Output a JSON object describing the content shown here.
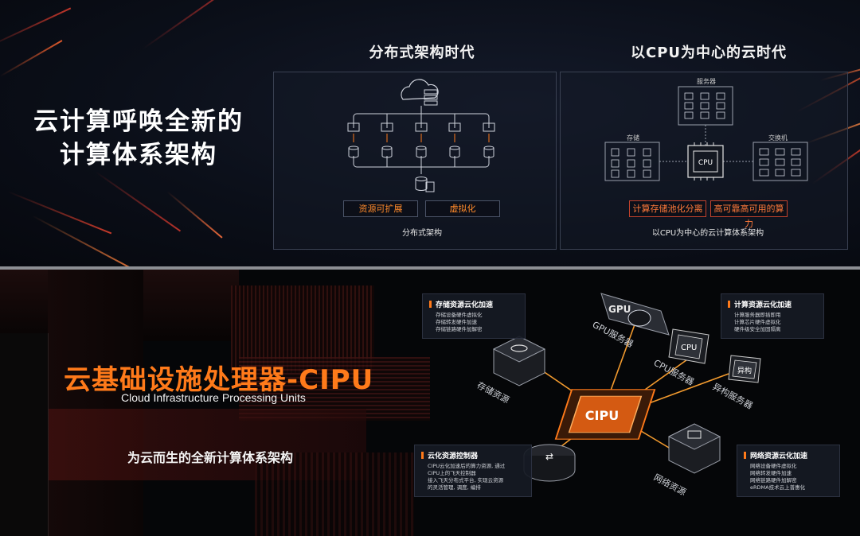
{
  "top": {
    "headline_line1": "云计算呼唤全新的",
    "headline_line2": "计算体系架构",
    "distributed": {
      "title": "分布式架构时代",
      "tags": [
        "资源可扩展",
        "虚拟化"
      ],
      "caption": "分布式架构"
    },
    "cpu_centric": {
      "title": "以CPU为中心的云时代",
      "labels": {
        "server": "服务器",
        "storage": "存储",
        "switch": "交换机",
        "cpu": "CPU"
      },
      "tags": [
        "计算存储池化分离",
        "高可靠高可用的算力"
      ],
      "caption": "以CPU为中心的云计算体系架构"
    }
  },
  "bottom": {
    "title": "云基础设施处理器-CIPU",
    "subtitle": "Cloud Infrastructure Processing Units",
    "slogan": "为云而生的全新计算体系架构",
    "chip_label": "CIPU",
    "nodes": {
      "gpu": {
        "icon": "GPU",
        "label": "GPU服务器"
      },
      "cpu": {
        "icon": "CPU",
        "label": "CPU服务器"
      },
      "hetero": {
        "icon": "异构",
        "label": "异构服务器"
      },
      "storage": {
        "label": "存储资源"
      },
      "network": {
        "label": "网络资源"
      }
    },
    "cards": {
      "storage": {
        "title": "存储资源云化加速",
        "lines": [
          "存储设备硬件虚拟化",
          "存储转发硬件加速",
          "存储链路硬件加解密"
        ]
      },
      "compute": {
        "title": "计算资源云化加速",
        "lines": [
          "计算服务器即插即用",
          "计算芯片硬件虚拟化",
          "硬件级安全加固隔离"
        ]
      },
      "controller": {
        "title": "云化资源控制器",
        "lines": [
          "CIPU云化加速后的算力资源, 通过",
          "CIPU上的飞天控制器",
          "接入飞天分布式平台, 实现云资源",
          "的灵活管理, 调度, 编排"
        ]
      },
      "network": {
        "title": "网络资源云化加速",
        "lines": [
          "网络设备硬件虚拟化",
          "网络转发硬件加速",
          "网络链路硬件加解密",
          "eRDMA技术云上普惠化"
        ]
      }
    }
  },
  "colors": {
    "accent": "#ff7a1a",
    "panel_bg": "#0b0f19",
    "box_border": "#3a4152"
  }
}
